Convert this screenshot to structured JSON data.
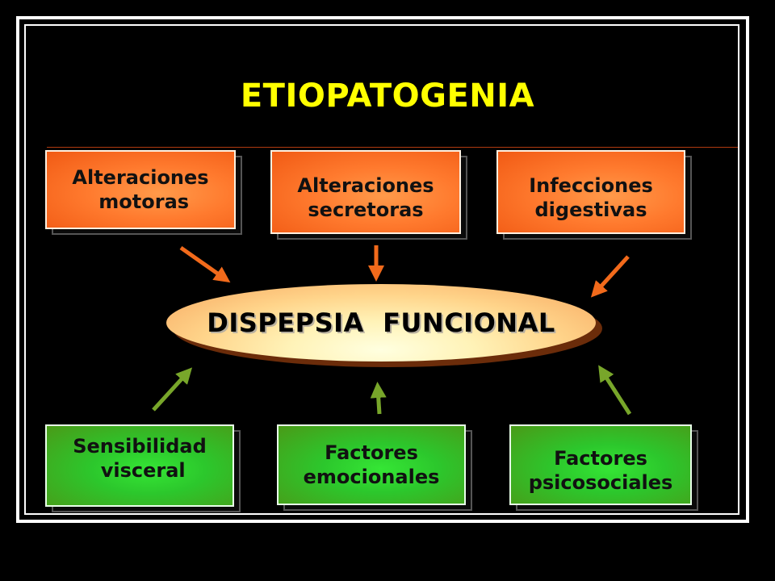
{
  "title": "ETIOPATOGENIA",
  "center": "DISPEPSIA  FUNCIONAL",
  "top_boxes": [
    {
      "label": "Alteraciones\n motoras"
    },
    {
      "label": "Alteraciones\nsecretoras"
    },
    {
      "label": "Infecciones\ndigestivas"
    }
  ],
  "bottom_boxes": [
    {
      "label": "Sensibilidad\n visceral"
    },
    {
      "label": "Factores\nemocionales"
    },
    {
      "label": "Factores\npsicosociales"
    }
  ],
  "colors": {
    "title": "#ffff00",
    "top_arrow": "#f26a1b",
    "bottom_arrow": "#78a62a"
  }
}
